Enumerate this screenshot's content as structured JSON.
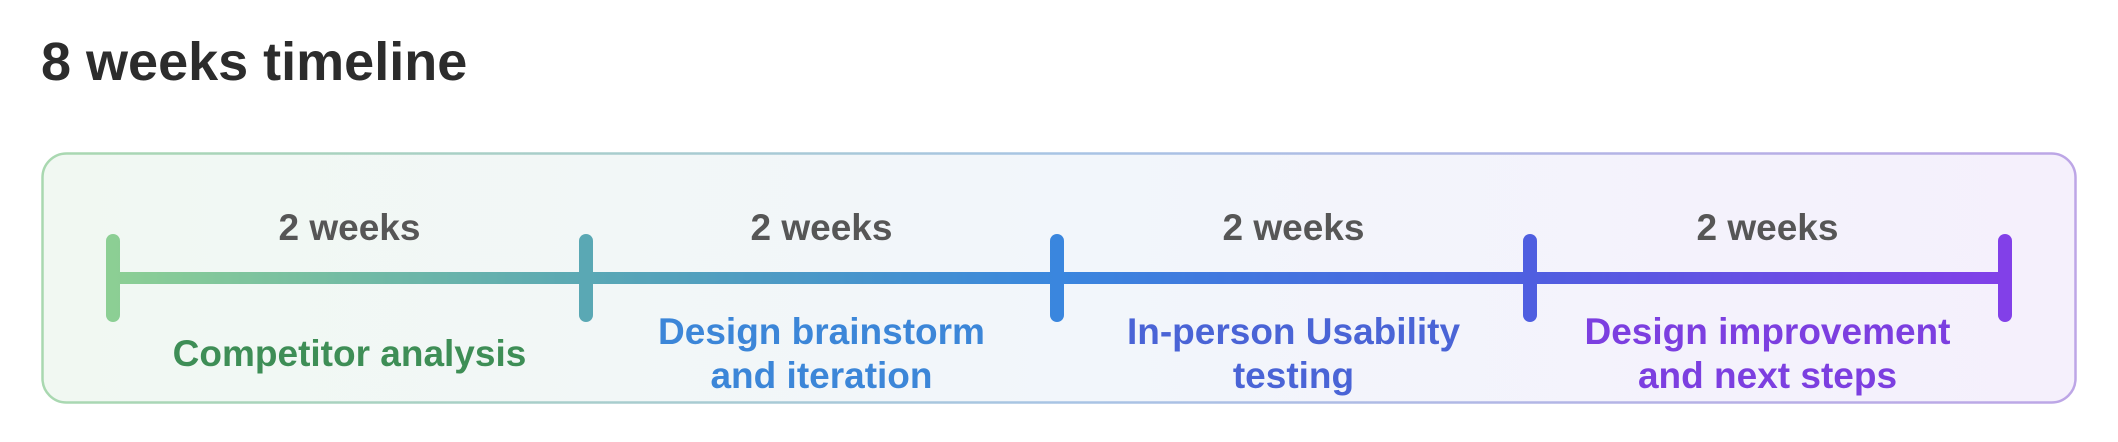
{
  "title": "8 weeks timeline",
  "colors": {
    "start": "#8ccf94",
    "end": "#8240e8"
  },
  "phases": [
    {
      "duration": "2 weeks",
      "label_lines": [
        "Competitor analysis"
      ],
      "color": "#3e8e56"
    },
    {
      "duration": "2 weeks",
      "label_lines": [
        "Design brainstorm",
        "and iteration"
      ],
      "color": "#3c86d8"
    },
    {
      "duration": "2 weeks",
      "label_lines": [
        "In-person Usability",
        "testing"
      ],
      "color": "#4a64d6"
    },
    {
      "duration": "2 weeks",
      "label_lines": [
        "Design improvement",
        "and next steps"
      ],
      "color": "#7c3fe0"
    }
  ]
}
